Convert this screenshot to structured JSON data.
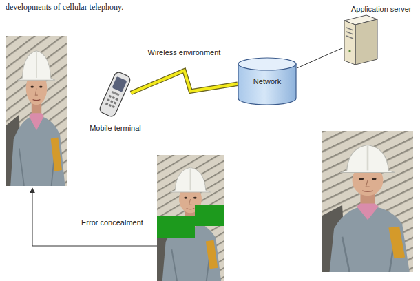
{
  "diagram": {
    "nodes": [
      {
        "text": [
          "Mobile terminal"
        ]
      },
      {
        "text": [
          "Network"
        ]
      },
      {
        "text": [
          "Application server"
        ]
      }
    ],
    "edges": [
      {
        "from": 0,
        "to": 1,
        "arrow": "none",
        "label": "Wireless environment"
      },
      {
        "from": 1,
        "to": 2,
        "arrow": "none"
      }
    ],
    "labels": [
      "developments of cellular telephony.",
      "Error concealment"
    ]
  }
}
